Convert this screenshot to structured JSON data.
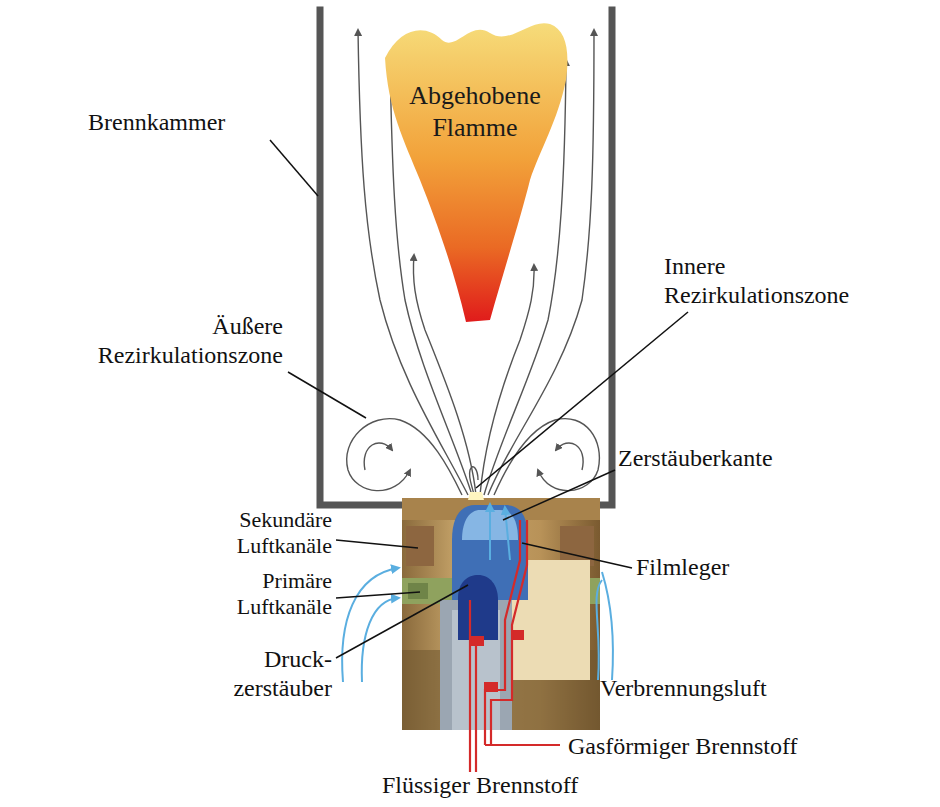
{
  "diagram": {
    "nodes": [
      {
        "text": [
          "Abgehobene Flamme"
        ]
      }
    ],
    "labels": [
      "Brennkammer",
      "Innere Rezirkulationszone",
      "Äußere Rezirkulationszone",
      "Zerstäuberkante",
      "Sekundäre Luftkanäle",
      "Filmleger",
      "Primäre Luftkanäle",
      "Druck- zerstäuber",
      "Verbrennungsluft",
      "Gasförmiger Brennstoff",
      "Flüssiger Brennstoff"
    ]
  }
}
